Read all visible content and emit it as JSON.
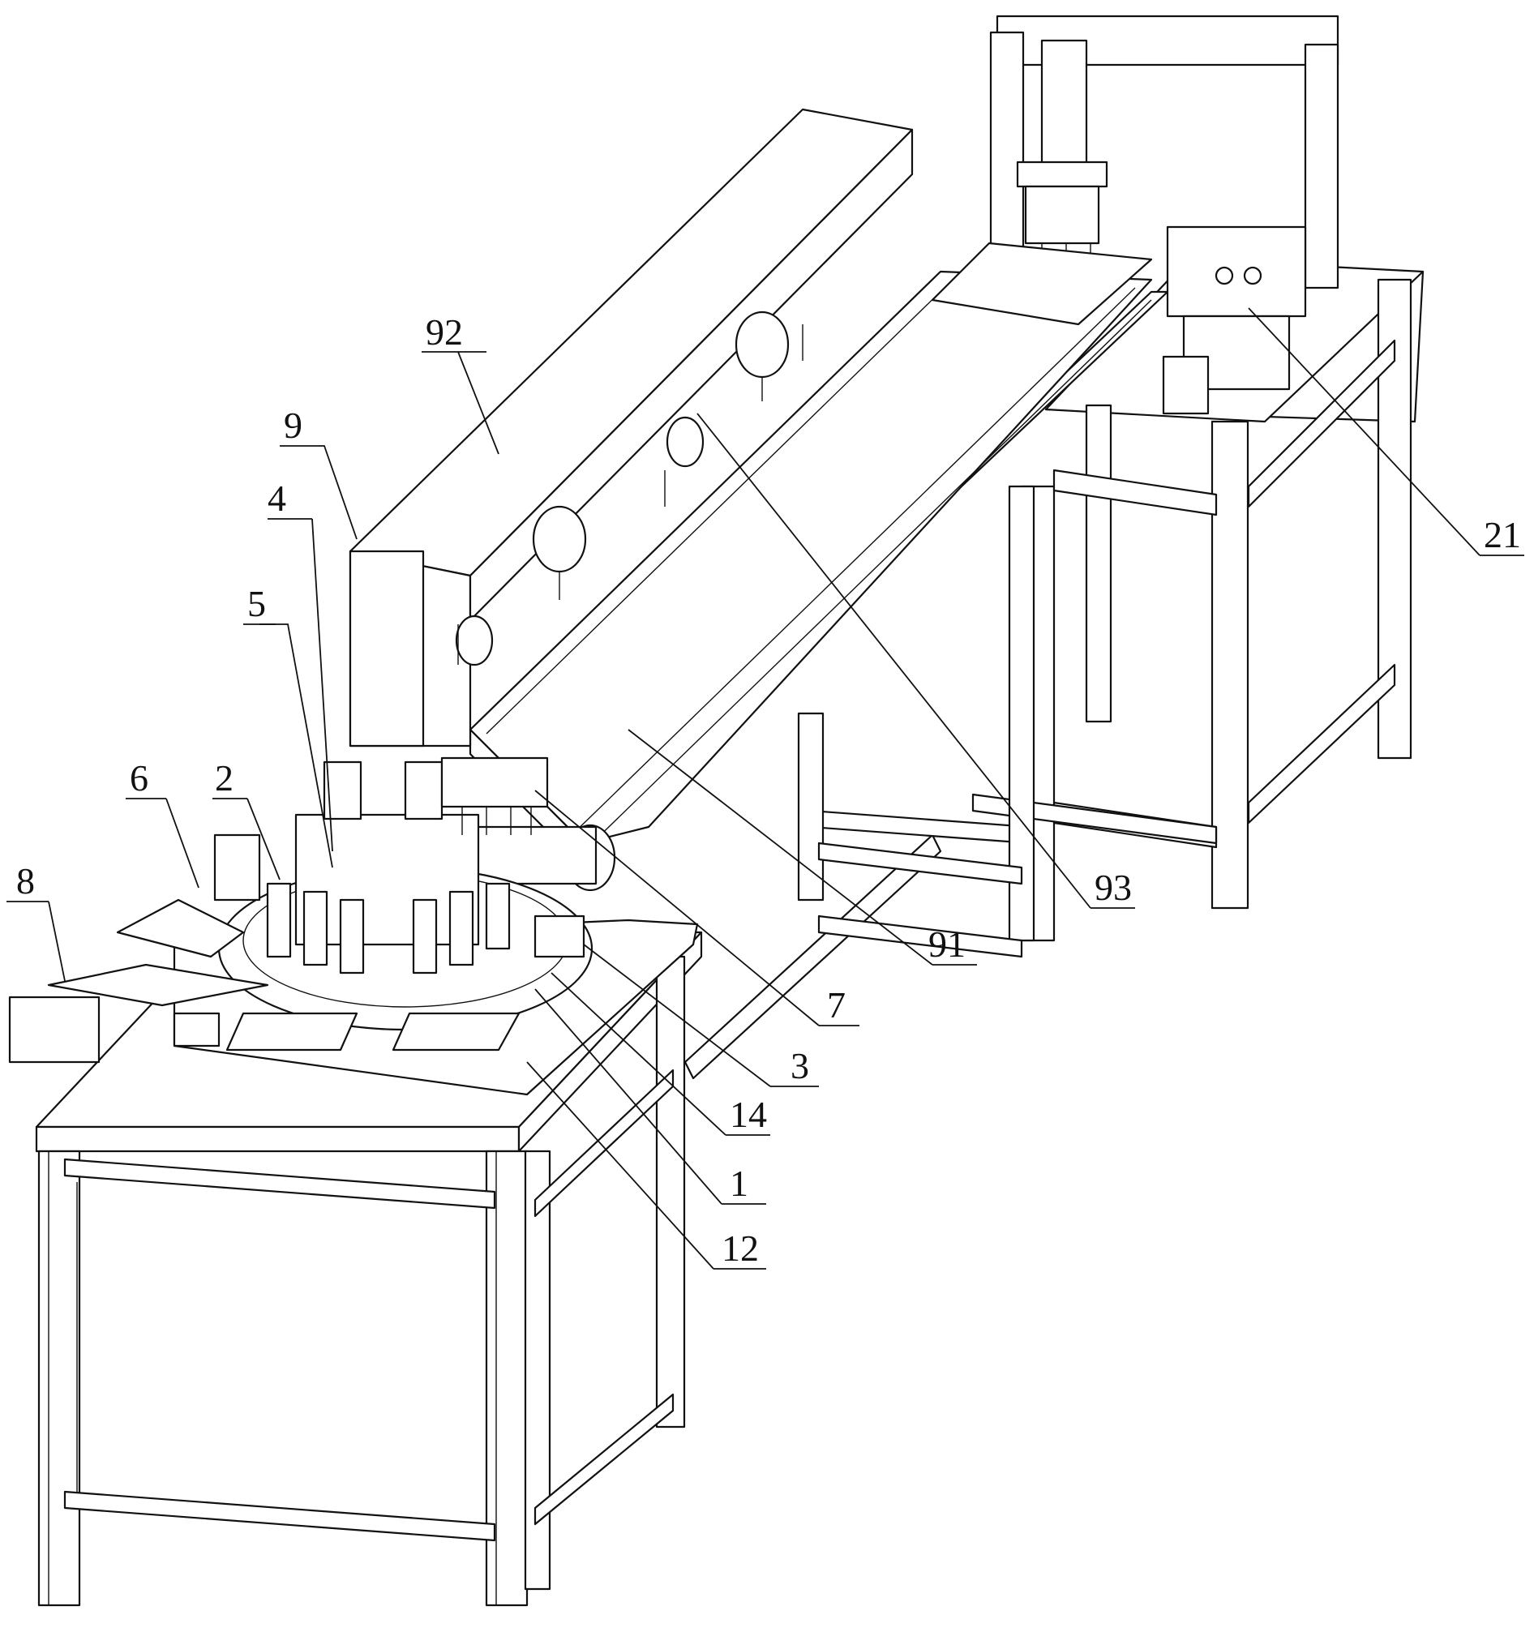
{
  "labels": {
    "l92": "92",
    "l9": "9",
    "l4": "4",
    "l5": "5",
    "l6": "6",
    "l2": "2",
    "l8": "8",
    "l21": "21",
    "l93": "93",
    "l91": "91",
    "l7": "7",
    "l3": "3",
    "l14": "14",
    "l1": "1",
    "l12": "12"
  }
}
